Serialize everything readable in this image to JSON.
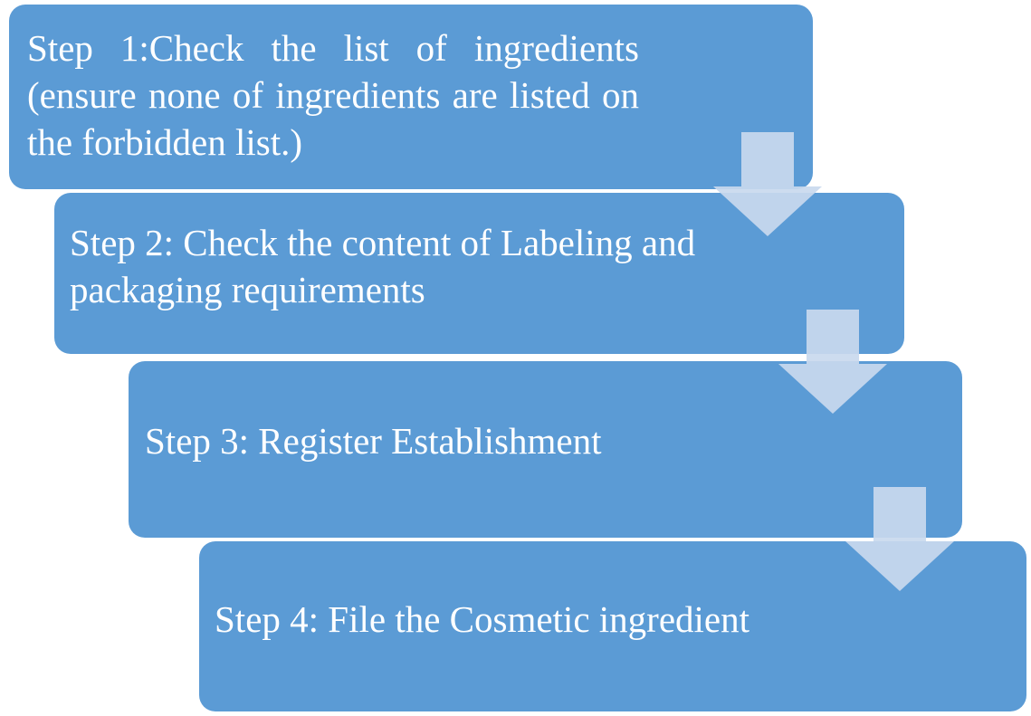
{
  "steps": [
    {
      "text": "Step 1:Check the list of ingredients (ensure none of ingredients are listed on the forbidden list.)"
    },
    {
      "text": "Step 2: Check the content of Labeling and packaging requirements"
    },
    {
      "text": "Step 3: Register Establishment"
    },
    {
      "text": "Step 4: File the Cosmetic ingredient"
    }
  ],
  "colors": {
    "box_fill": "#5b9bd5",
    "arrow_fill": "#c9d9ee",
    "text": "#ffffff"
  }
}
